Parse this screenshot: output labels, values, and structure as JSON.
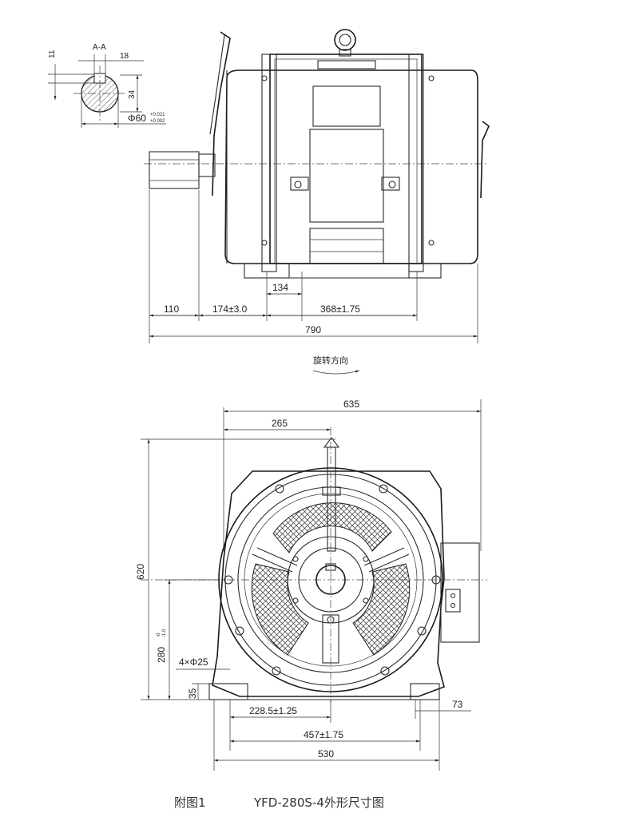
{
  "section_view": {
    "label": "A-A",
    "dims": {
      "key_depth": "11",
      "key_width": "18",
      "height": "34",
      "diameter": "Φ60",
      "tol_upper": "+0.021",
      "tol_lower": "+0.002"
    }
  },
  "side_view": {
    "dims": {
      "d134": "134",
      "d110": "110",
      "d174": "174±3.0",
      "d368": "368±1.75",
      "d790": "790"
    }
  },
  "rotation_label": "旋转方向",
  "front_view": {
    "dims": {
      "d635": "635",
      "d265": "265",
      "d620": "620",
      "d280": "280",
      "d280_tol_upper": "-0",
      "d280_tol_lower": "-1.0",
      "holes": "4×Φ25",
      "d35": "35",
      "d228": "228.5±1.25",
      "d457": "457±1.75",
      "d530": "530",
      "d73": "73"
    }
  },
  "caption": {
    "figure": "附图1",
    "title": "YFD-280S-4外形尺寸图"
  }
}
